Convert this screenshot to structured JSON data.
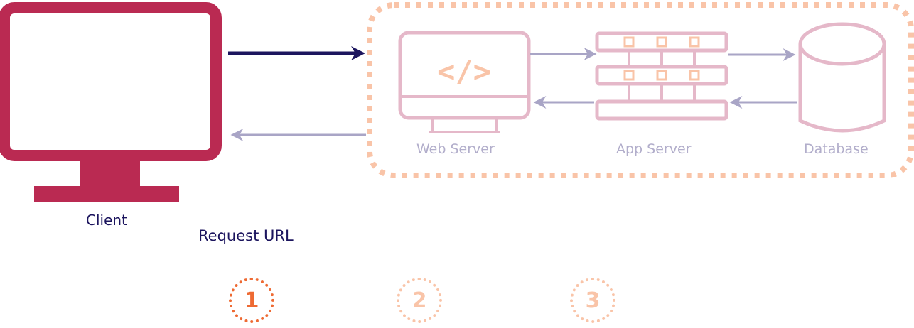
{
  "colors": {
    "client": "#BA2A52",
    "navy": "#1C155E",
    "faded_pink": "#E5B8C9",
    "faded_orange": "#F9C4A8",
    "faded_arrow": "#A9A5C6",
    "step_active": "#EE6A33",
    "step_inactive": "#F9C4A8",
    "label_faded": "#B2AECB"
  },
  "icons": {
    "client": "monitor-icon",
    "web_server": "code-monitor-icon",
    "app_server": "server-rack-icon",
    "database": "database-cylinder-icon"
  },
  "labels": {
    "client": "Client",
    "web_server": "Web Server",
    "app_server": "App Server",
    "database": "Database",
    "request": "Request URL",
    "code_glyph": "</>"
  },
  "steps": [
    {
      "label": "1",
      "active": true
    },
    {
      "label": "2",
      "active": false
    },
    {
      "label": "3",
      "active": false
    }
  ]
}
